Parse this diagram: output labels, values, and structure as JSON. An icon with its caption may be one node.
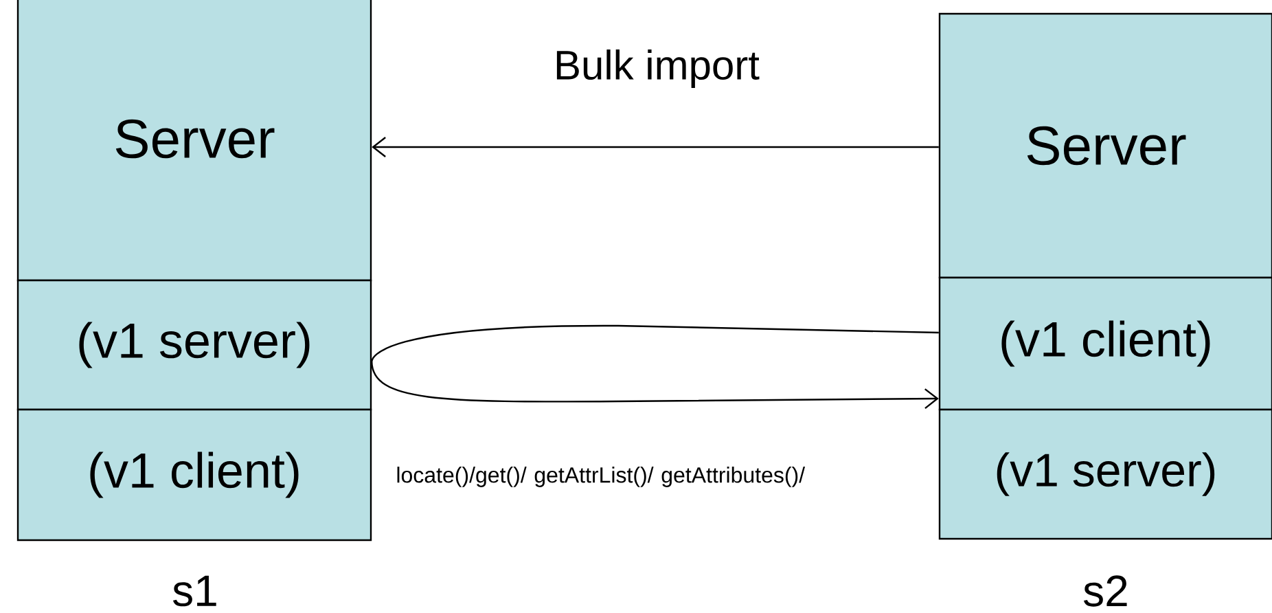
{
  "diagram": {
    "nodes": [
      {
        "text": [
          "Server"
        ]
      },
      {
        "text": [
          "(v1 server)"
        ]
      },
      {
        "text": [
          "(v1 client)"
        ]
      },
      {
        "text": [
          "Server"
        ]
      },
      {
        "text": [
          "(v1 client)"
        ]
      },
      {
        "text": [
          "(v1 server)"
        ]
      }
    ],
    "edges": [
      {
        "from": 3,
        "to": 0,
        "arrow": "to",
        "label": "Bulk import"
      },
      {
        "from": 4,
        "to": 1,
        "arrow": "none"
      },
      {
        "from": 1,
        "to": 4,
        "arrow": "to",
        "label": "locate()/get()/ getAttrList()/ getAttributes()/"
      }
    ],
    "labels": [
      "s1",
      "s2"
    ]
  }
}
